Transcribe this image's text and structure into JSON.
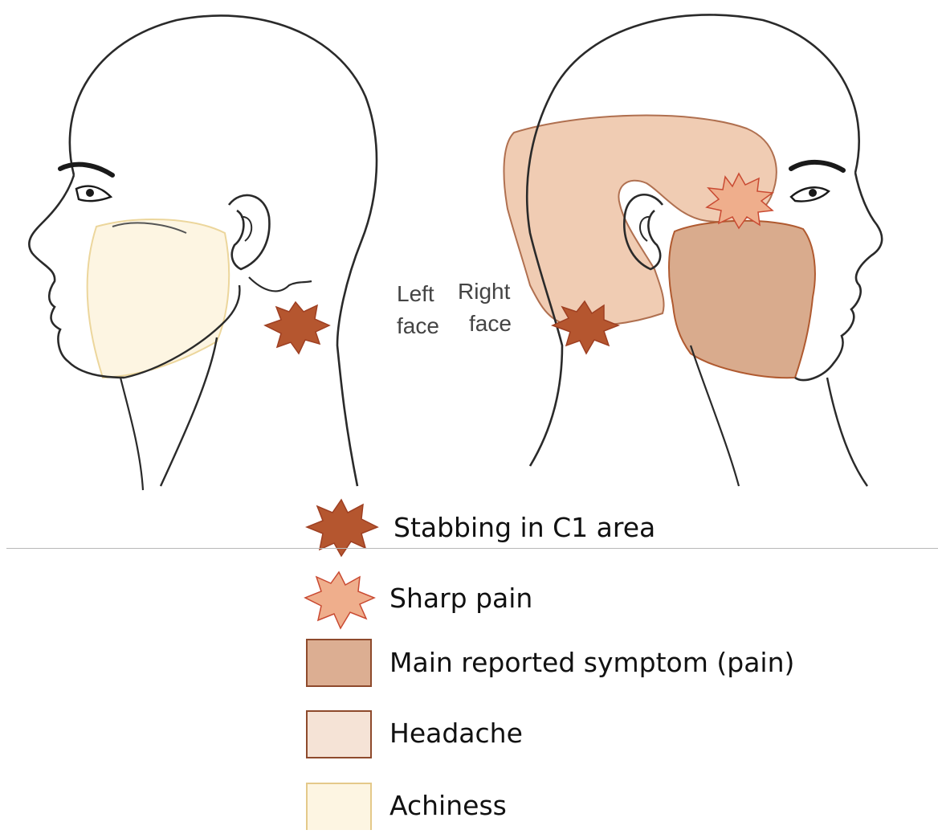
{
  "labels": {
    "left": [
      "Left",
      "face"
    ],
    "right": [
      "Right",
      "face"
    ]
  },
  "legend": [
    {
      "key": "stabbing",
      "label": "Stabbing in C1 area",
      "color": "#b5562f",
      "border": "#9e3f22"
    },
    {
      "key": "sharp",
      "label": "Sharp pain",
      "color": "#efae8c",
      "border": "#c94a32"
    },
    {
      "key": "main",
      "label": "Main reported symptom (pain)",
      "color": "#dcae92",
      "border": "#8e4a2c"
    },
    {
      "key": "headache",
      "label": "Headache",
      "color": "#f5e3d6",
      "border": "#8e4a2c"
    },
    {
      "key": "achiness",
      "label": "Achiness",
      "color": "#fdf5e2",
      "border": "#e4c98a"
    }
  ]
}
